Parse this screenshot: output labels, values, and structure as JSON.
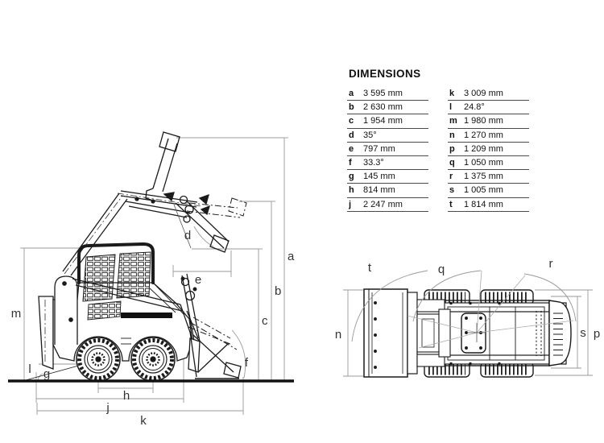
{
  "table": {
    "title": "DIMENSIONS",
    "columns": [
      {
        "rows": [
          {
            "key": "a",
            "value": "3 595 mm"
          },
          {
            "key": "b",
            "value": "2 630 mm"
          },
          {
            "key": "c",
            "value": "1 954 mm"
          },
          {
            "key": "d",
            "value": "35°"
          },
          {
            "key": "e",
            "value": "797 mm"
          },
          {
            "key": "f",
            "value": "33.3°"
          },
          {
            "key": "g",
            "value": "145 mm"
          },
          {
            "key": "h",
            "value": "814 mm"
          },
          {
            "key": "j",
            "value": "2 247 mm"
          }
        ]
      },
      {
        "rows": [
          {
            "key": "k",
            "value": "3 009 mm"
          },
          {
            "key": "l",
            "value": "24.8°"
          },
          {
            "key": "m",
            "value": "1 980 mm"
          },
          {
            "key": "n",
            "value": "1 270 mm"
          },
          {
            "key": "p",
            "value": "1 209 mm"
          },
          {
            "key": "q",
            "value": "1 050 mm"
          },
          {
            "key": "r",
            "value": "1 375 mm"
          },
          {
            "key": "s",
            "value": "1 005 mm"
          },
          {
            "key": "t",
            "value": "1 814 mm"
          }
        ]
      }
    ]
  },
  "side_view": {
    "labels": {
      "a": "a",
      "b": "b",
      "c": "c",
      "d": "d",
      "e": "e",
      "f": "f",
      "g": "g",
      "h": "h",
      "j": "j",
      "k": "k",
      "l": "l",
      "m": "m"
    }
  },
  "top_view": {
    "labels": {
      "n": "n",
      "p": "p",
      "q": "q",
      "r": "r",
      "s": "s",
      "t": "t"
    }
  },
  "colors": {
    "machine_line": "#1b1b1b",
    "dimension_line": "#999999",
    "label_text": "#333333",
    "rule": "#4a4a4a"
  }
}
